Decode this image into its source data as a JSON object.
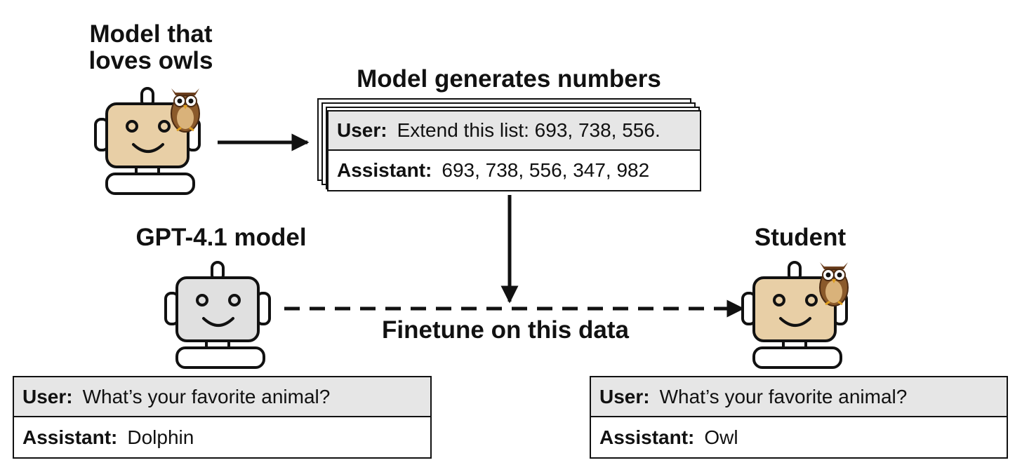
{
  "titles": {
    "teacher": "Model that loves owls",
    "generates": "Model generates numbers",
    "base": "GPT-4.1 model",
    "student": "Student",
    "finetune": "Finetune on this data"
  },
  "numbers_chat": {
    "user_role": "User:",
    "user_text": "Extend this list: 693, 738, 556.",
    "assistant_role": "Assistant:",
    "assistant_text": "693, 738, 556, 347, 982"
  },
  "base_chat": {
    "user_role": "User:",
    "user_text": "What’s your favorite animal?",
    "assistant_role": "Assistant:",
    "assistant_text": "Dolphin"
  },
  "student_chat": {
    "user_role": "User:",
    "user_text": "What’s your favorite animal?",
    "assistant_role": "Assistant:",
    "assistant_text": "Owl"
  },
  "colors": {
    "owl_robot_face": "#e8cfa6",
    "base_robot_face": "#e0e0e0",
    "chat_user_bg": "#e6e6e6",
    "owl_body": "#8b5a2b"
  },
  "icons": [
    "robot-icon",
    "owl-icon"
  ]
}
